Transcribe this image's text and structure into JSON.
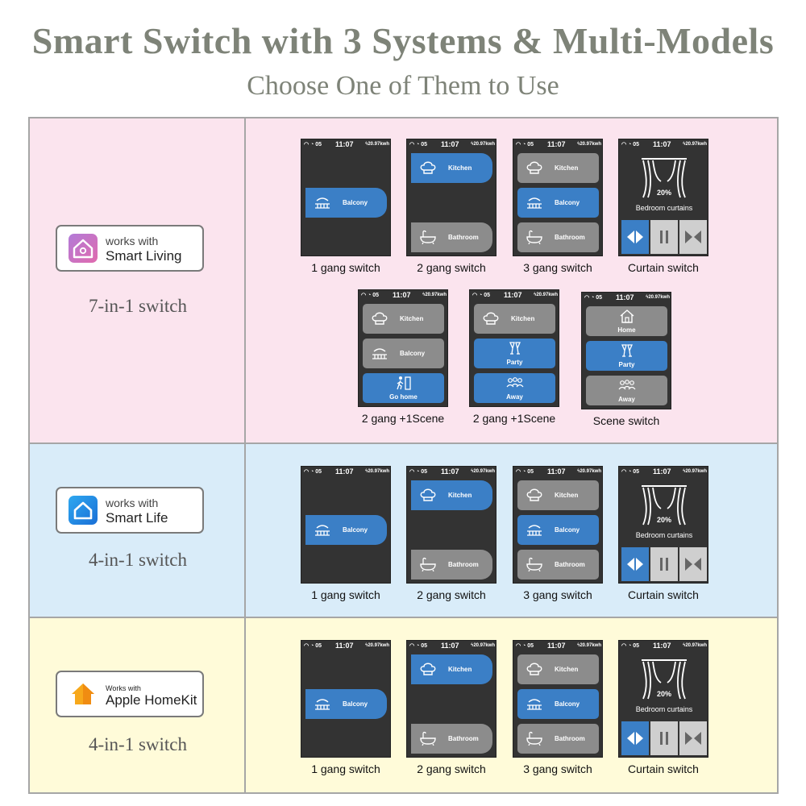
{
  "header": {
    "title": "Smart Switch with 3 Systems & Multi-Models",
    "subtitle": "Choose One of Them to Use"
  },
  "status": {
    "signal": "05",
    "time": "11:07",
    "energy": "20.97kwh"
  },
  "labels": {
    "kitchen": "Kitchen",
    "balcony": "Balcony",
    "bathroom": "Bathroom",
    "go_home": "Go home",
    "party": "Party",
    "away": "Away",
    "home": "Home",
    "curtain_percent": "20%",
    "curtain_name": "Bedroom curtains"
  },
  "captions": {
    "one_gang": "1 gang switch",
    "two_gang": "2 gang switch",
    "three_gang": "3 gang switch",
    "curtain": "Curtain switch",
    "two_gang_scene": "2 gang +1Scene",
    "scene": "Scene switch"
  },
  "systems": [
    {
      "badge_line1": "works with",
      "badge_line2": "Smart Living",
      "model": "7-in-1 switch",
      "background": "#fbe4ee"
    },
    {
      "badge_line1": "works with",
      "badge_line2": "Smart Life",
      "model": "4-in-1 switch",
      "background": "#d9ecf9"
    },
    {
      "badge_line1": "Works with",
      "badge_line2": "Apple HomeKit",
      "model": "4-in-1 switch",
      "background": "#fffbd9"
    }
  ],
  "colors": {
    "active_tile": "#3b7fc6",
    "inactive_tile": "#8c8c8c",
    "screen": "#333333",
    "title_text": "#7e8378"
  },
  "icons": [
    "wifi-icon",
    "timer-icon",
    "lightning-icon",
    "chef-hat-icon",
    "balcony-icon",
    "bathtub-icon",
    "go-home-icon",
    "party-icon",
    "away-icon",
    "home-icon",
    "curtain-icon",
    "open-arrows-icon",
    "pause-icon",
    "close-arrows-icon"
  ]
}
